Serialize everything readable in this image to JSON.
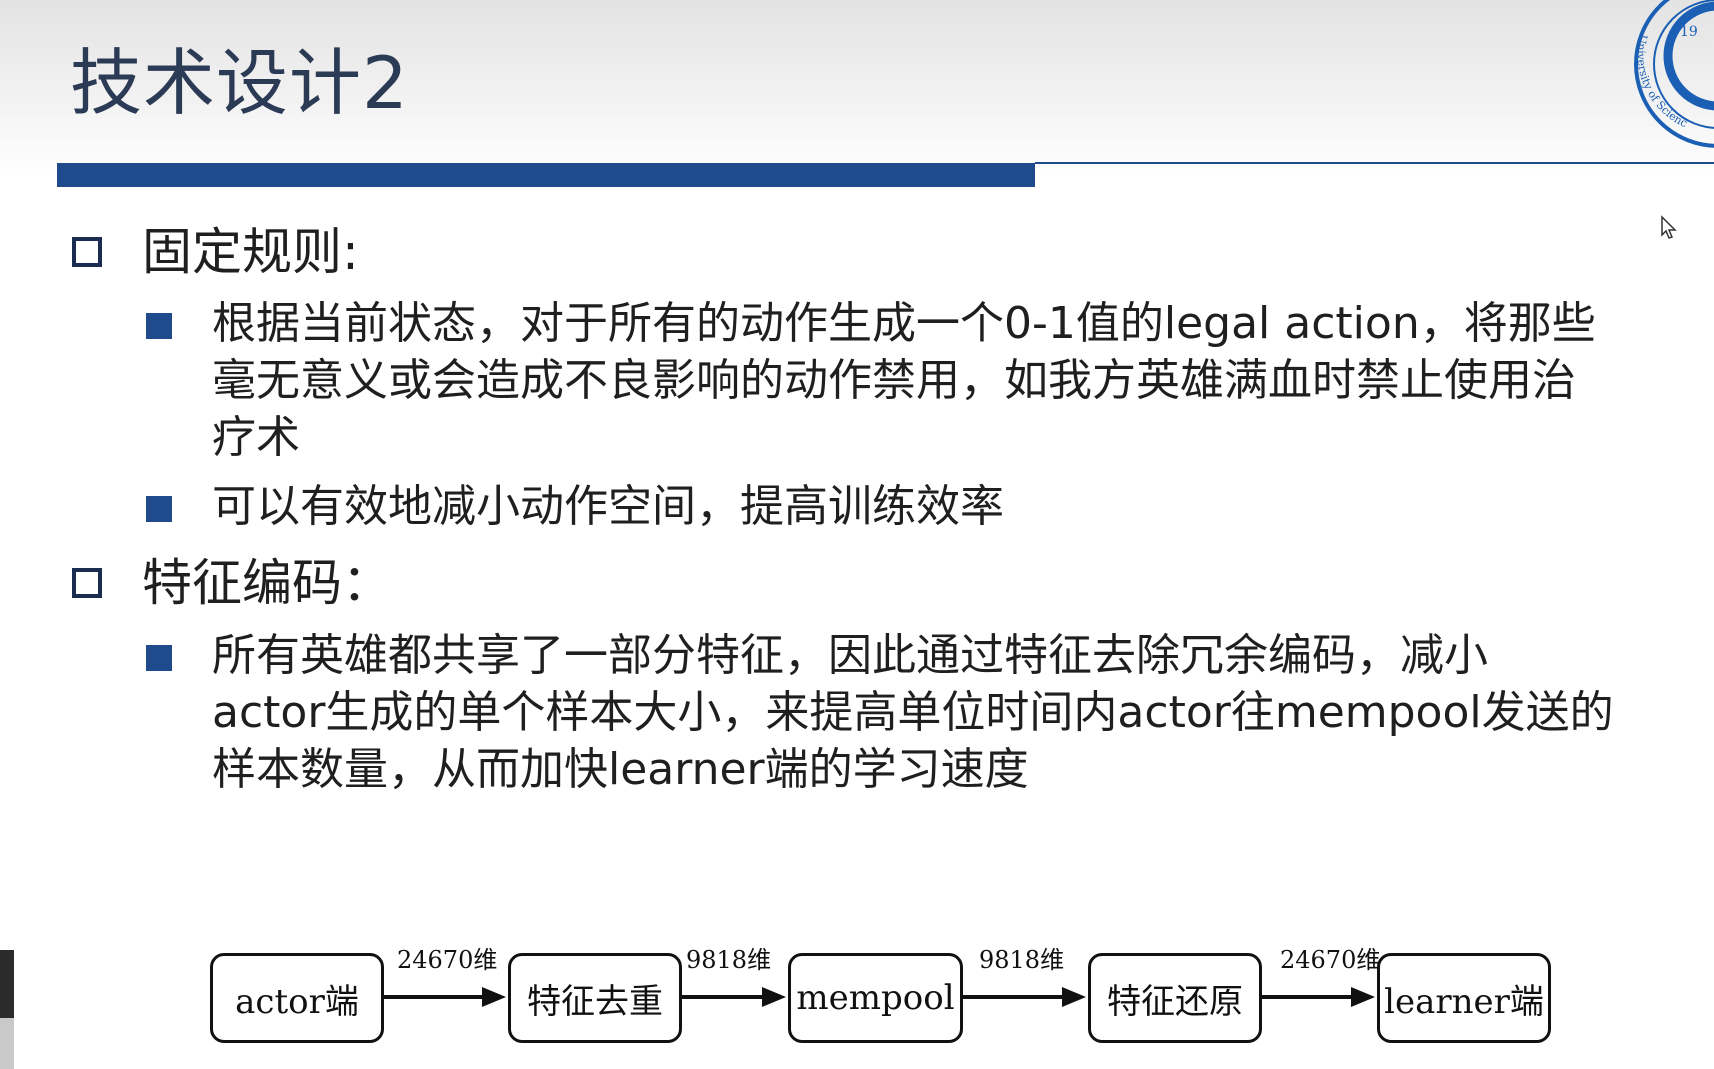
{
  "slide": {
    "title": "技术设计2"
  },
  "sections": [
    {
      "heading": "固定规则:",
      "bullets": [
        {
          "lines": [
            "根据当前状态，对于所有的动作生成一个0-1值的legal action，将那些",
            "毫无意义或会造成不良影响的动作禁用，如我方英雄满血时禁止使用治",
            "疗术"
          ]
        },
        {
          "lines": [
            "可以有效地减小动作空间，提高训练效率"
          ]
        }
      ]
    },
    {
      "heading": "特征编码：",
      "bullets": [
        {
          "lines": [
            "所有英雄都共享了一部分特征，因此通过特征去除冗余编码，减小",
            "actor生成的单个样本大小，来提高单位时间内actor往mempool发送的",
            "样本数量，从而加快learner端的学习速度"
          ]
        }
      ]
    }
  ],
  "flow_diagram": {
    "nodes": [
      "actor端",
      "特征去重",
      "mempool",
      "特征还原",
      "learner端"
    ],
    "edges": [
      "24670维",
      "9818维",
      "9818维",
      "24670维"
    ]
  },
  "colors": {
    "accent_blue": "#1f4a8c",
    "title_text": "#2b3a55",
    "logo_blue": "#1a5fb4"
  },
  "logo": {
    "text_year": "19",
    "text_arc": "University of Scienc"
  }
}
